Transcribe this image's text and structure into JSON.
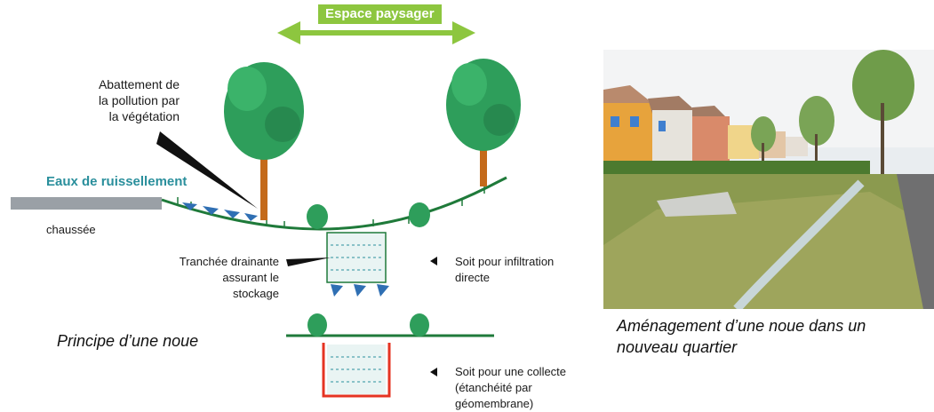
{
  "diagram": {
    "landscape_space": "Espace paysager",
    "pollution_label": [
      "Abattement de",
      "la pollution par",
      "la végétation"
    ],
    "runoff_label": "Eaux de ruissellement",
    "road_label": "chaussée",
    "trench_label": [
      "Tranchée drainante",
      "assurant le",
      "stockage"
    ],
    "infiltration_label": [
      "Soit pour infiltration",
      "directe"
    ],
    "collection_label": [
      "Soit pour une collecte",
      "(étanchéité par",
      "géomembrane)"
    ],
    "caption": "Principe d’une noue",
    "colors": {
      "vegetation": "#2e9e5b",
      "ground": "#1f7a3a",
      "water": "#2f6fb3",
      "arrow": "#8dc63f",
      "membrane": "#e53322"
    }
  },
  "photo": {
    "caption": [
      "Aménagement d’une noue dans un",
      "nouveau quartier"
    ]
  }
}
